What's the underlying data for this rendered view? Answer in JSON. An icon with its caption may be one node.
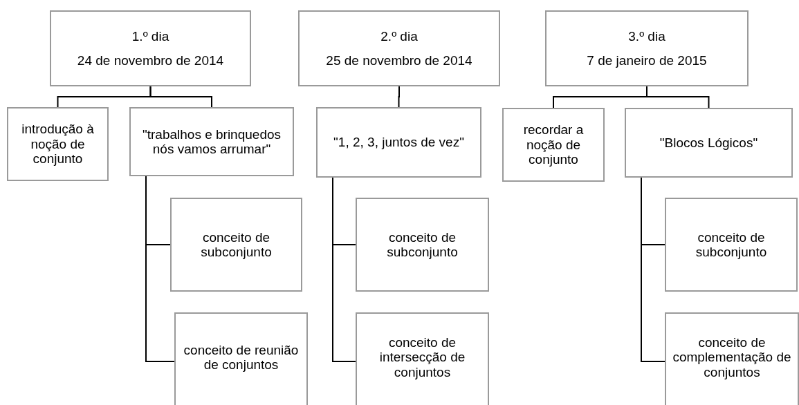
{
  "diagram": {
    "nodes": [
      {
        "text": [
          "1.º dia",
          "24 de novembro de 2014"
        ]
      },
      {
        "text": [
          "introdução à noção de conjunto"
        ]
      },
      {
        "text": [
          "\"trabalhos e brinquedos nós vamos arrumar\""
        ]
      },
      {
        "text": [
          "2.º dia",
          "25 de novembro de 2014"
        ]
      },
      {
        "text": [
          "\"1, 2, 3, juntos de vez\""
        ]
      },
      {
        "text": [
          "3.º dia",
          "7 de janeiro de 2015"
        ]
      },
      {
        "text": [
          "recordar a noção de conjunto"
        ]
      },
      {
        "text": [
          "\"Blocos Lógicos\""
        ]
      },
      {
        "text": [
          "conceito de subconjunto"
        ]
      },
      {
        "text": [
          "conceito de reunião de conjuntos"
        ]
      },
      {
        "text": [
          "conceito de subconjunto"
        ]
      },
      {
        "text": [
          "conceito de intersecção de conjuntos"
        ]
      },
      {
        "text": [
          "conceito de subconjunto"
        ]
      },
      {
        "text": [
          "conceito de complementação de conjuntos"
        ]
      }
    ],
    "edges": [
      {
        "from": 0,
        "to": 1,
        "arrow": "none"
      },
      {
        "from": 0,
        "to": 2,
        "arrow": "none"
      },
      {
        "from": 2,
        "to": 8,
        "arrow": "none"
      },
      {
        "from": 2,
        "to": 9,
        "arrow": "none"
      },
      {
        "from": 3,
        "to": 4,
        "arrow": "none"
      },
      {
        "from": 4,
        "to": 10,
        "arrow": "none"
      },
      {
        "from": 4,
        "to": 11,
        "arrow": "none"
      },
      {
        "from": 5,
        "to": 6,
        "arrow": "none"
      },
      {
        "from": 5,
        "to": 7,
        "arrow": "none"
      },
      {
        "from": 7,
        "to": 12,
        "arrow": "none"
      },
      {
        "from": 7,
        "to": 13,
        "arrow": "none"
      }
    ]
  }
}
